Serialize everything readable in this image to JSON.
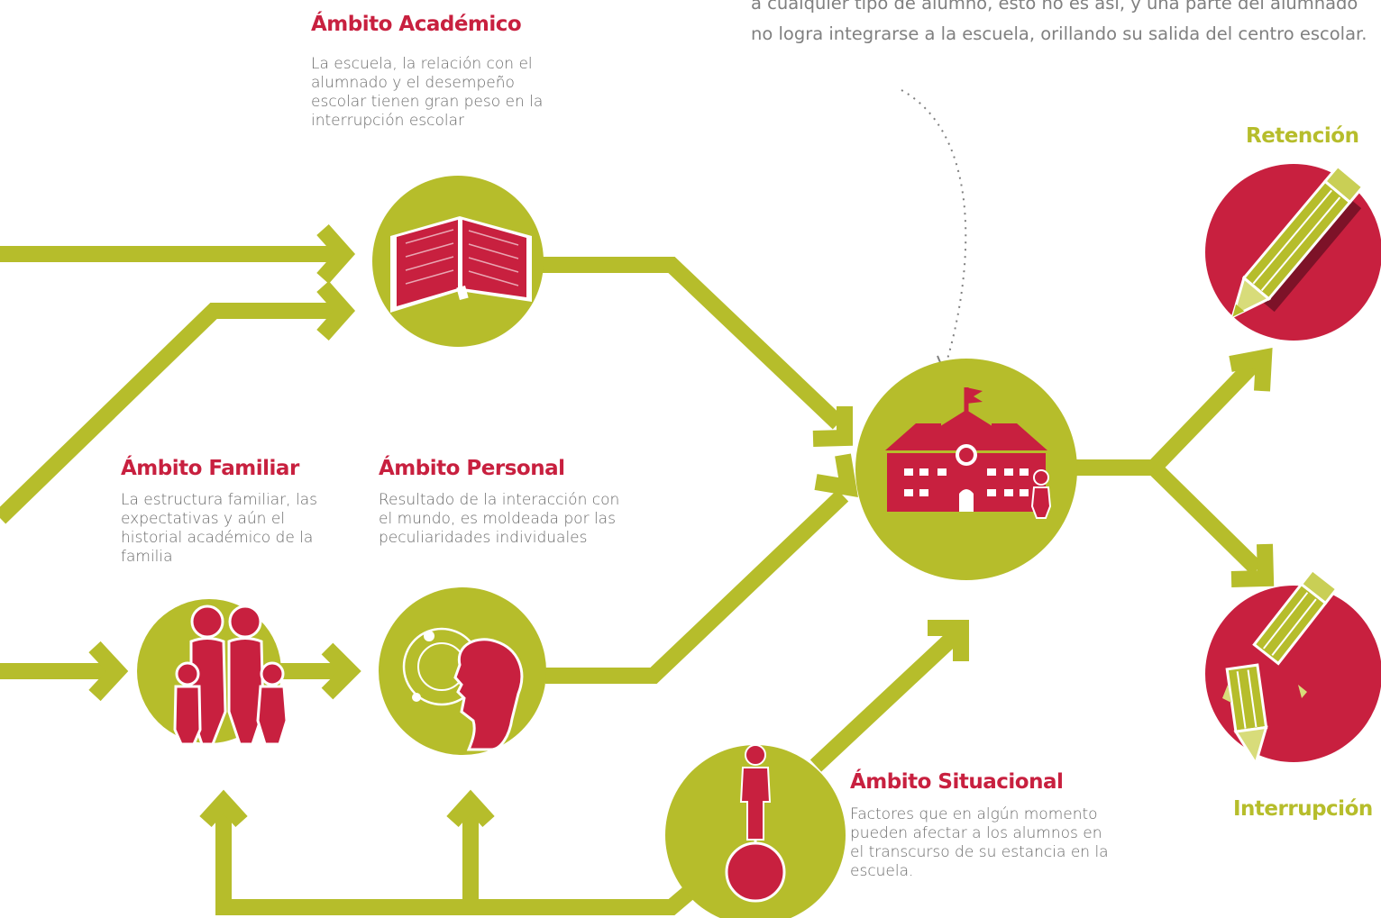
{
  "intro_text": "a cualquier tipo de alumno, esto no es así, y una parte del alumnado no logra integrarse a la escuela, orillando su salida del centro escolar.",
  "nodes": {
    "academico": {
      "title": "Ámbito Académico",
      "description": "La escuela, la relación con el alumnado y el desempeño escolar tienen gran peso en la interrupción escolar",
      "icon": "open-book-icon"
    },
    "familiar": {
      "title": "Ámbito Familiar",
      "description": "La estructura familiar, las expectativas y aún el historial académico de la familia",
      "icon": "family-icon"
    },
    "personal": {
      "title": "Ámbito Personal",
      "description": "Resultado de la interacción con el mundo, es moldeada por las peculiaridades individuales",
      "icon": "head-profile-icon"
    },
    "situacional": {
      "title": "Ámbito Situacional",
      "description": "Factores que en algún momento pueden afectar a los alumnos en el transcurso de su estancia en la escuela.",
      "icon": "person-on-ball-icon"
    },
    "escuela": {
      "icon": "school-building-icon"
    }
  },
  "outcomes": {
    "retencion": {
      "label": "Retención",
      "icon": "pencil-icon"
    },
    "interrupcion": {
      "label": "Interrupción",
      "icon": "broken-pencil-icon"
    }
  },
  "colors": {
    "green": "#b6bd2b",
    "red": "#c8203f",
    "dark_red": "#7d1228",
    "text": "#6a6a6a",
    "intro_text": "#808080"
  }
}
